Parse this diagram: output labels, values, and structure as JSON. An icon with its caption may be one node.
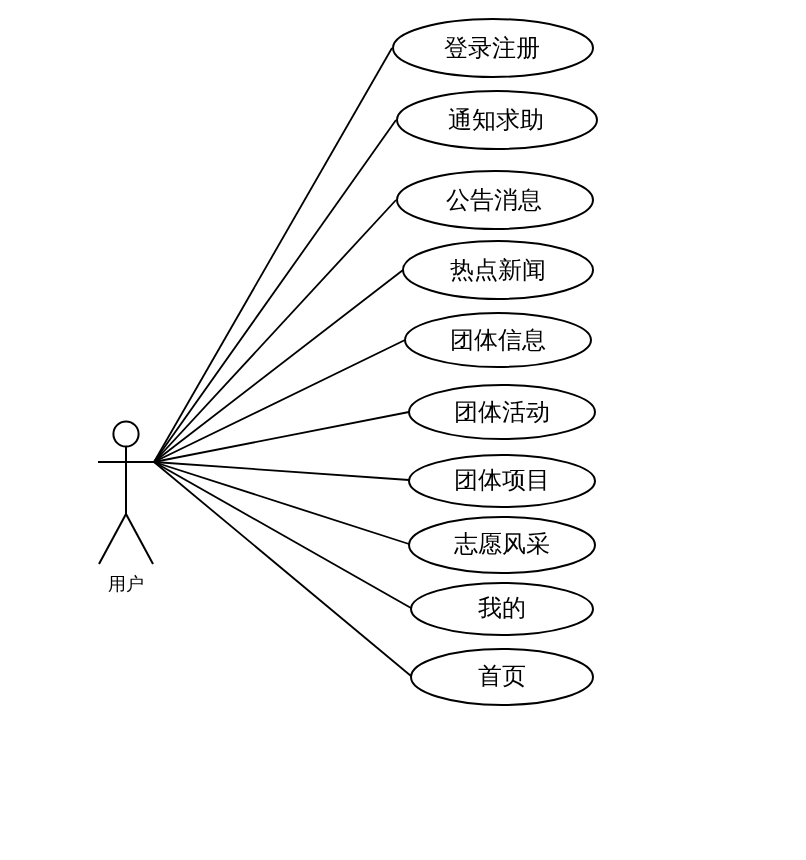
{
  "diagram": {
    "nodes": [
      {
        "text": [
          "用户"
        ]
      },
      {
        "text": [
          "登录注册"
        ]
      },
      {
        "text": [
          "通知求助"
        ]
      },
      {
        "text": [
          "公告消息"
        ]
      },
      {
        "text": [
          "热点新闻"
        ]
      },
      {
        "text": [
          "团体信息"
        ]
      },
      {
        "text": [
          "团体活动"
        ]
      },
      {
        "text": [
          "团体项目"
        ]
      },
      {
        "text": [
          "志愿风采"
        ]
      },
      {
        "text": [
          "我的"
        ]
      },
      {
        "text": [
          "首页"
        ]
      }
    ],
    "edges": [
      {
        "from": 0,
        "to": 1,
        "arrow": "none"
      },
      {
        "from": 0,
        "to": 2,
        "arrow": "none"
      },
      {
        "from": 0,
        "to": 3,
        "arrow": "none"
      },
      {
        "from": 0,
        "to": 4,
        "arrow": "none"
      },
      {
        "from": 0,
        "to": 5,
        "arrow": "none"
      },
      {
        "from": 0,
        "to": 6,
        "arrow": "none"
      },
      {
        "from": 0,
        "to": 7,
        "arrow": "none"
      },
      {
        "from": 0,
        "to": 8,
        "arrow": "none"
      },
      {
        "from": 0,
        "to": 9,
        "arrow": "none"
      },
      {
        "from": 0,
        "to": 10,
        "arrow": "none"
      }
    ]
  }
}
